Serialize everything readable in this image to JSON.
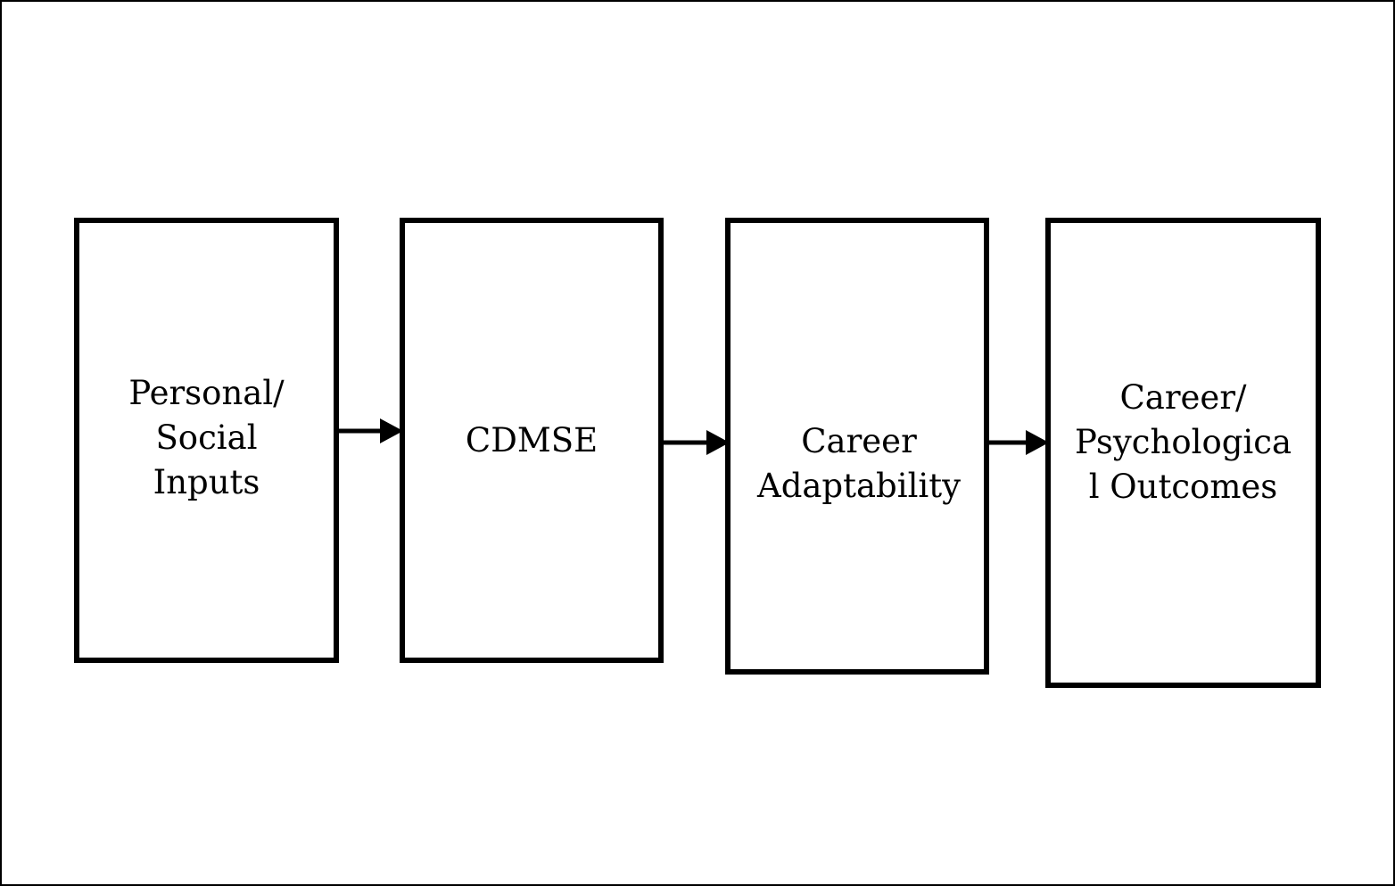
{
  "diagram": {
    "nodes": [
      {
        "id": "personal-social-inputs",
        "label": "Personal/\nSocial\nInputs"
      },
      {
        "id": "cdmse",
        "label": "CDMSE"
      },
      {
        "id": "career-adaptability",
        "label": "Career\nAdaptability"
      },
      {
        "id": "career-psychological-outcomes",
        "label": "Career/\nPsychologica\nl Outcomes"
      }
    ],
    "edges": [
      {
        "from": "personal-social-inputs",
        "to": "cdmse"
      },
      {
        "from": "cdmse",
        "to": "career-adaptability"
      },
      {
        "from": "career-adaptability",
        "to": "career-psychological-outcomes"
      }
    ],
    "colors": {
      "stroke": "#000000",
      "background": "#ffffff"
    }
  }
}
